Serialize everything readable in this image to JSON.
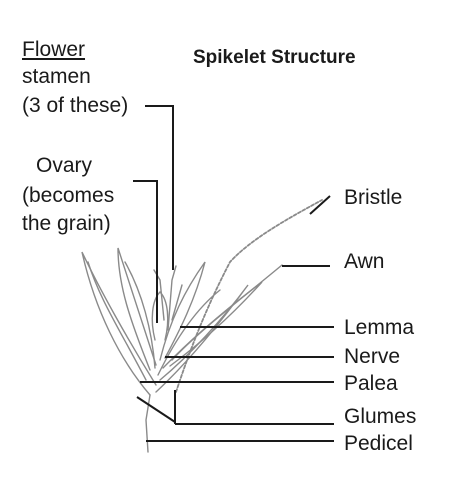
{
  "title": "Spikelet Structure",
  "left_labels": {
    "flower_heading": "Flower",
    "stamen": "stamen",
    "stamen_count": "(3 of these)",
    "ovary": "Ovary",
    "ovary_note_1": "(becomes",
    "ovary_note_2": "the grain)"
  },
  "right_labels": {
    "bristle": "Bristle",
    "awn": "Awn",
    "lemma": "Lemma",
    "nerve": "Nerve",
    "palea": "Palea",
    "glumes": "Glumes",
    "pedicel": "Pedicel"
  },
  "colors": {
    "line": "#1a1a1a",
    "plant": "#8a8a8a"
  }
}
